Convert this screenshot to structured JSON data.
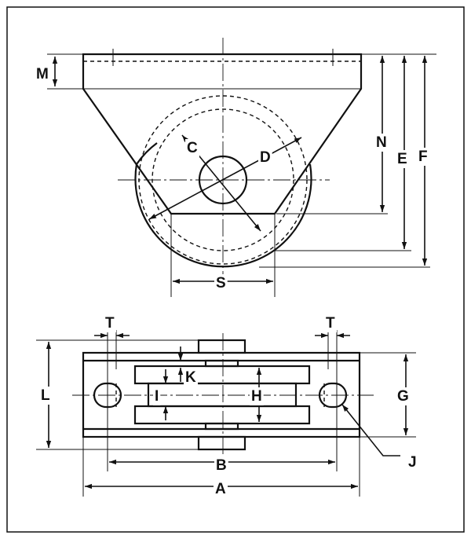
{
  "labels": {
    "M": "M",
    "C": "C",
    "D": "D",
    "N": "N",
    "E": "E",
    "F": "F",
    "S": "S",
    "T_left": "T",
    "T_right": "T",
    "L": "L",
    "K": "K",
    "I": "I",
    "H": "H",
    "G": "G",
    "J": "J",
    "B": "B",
    "A": "A"
  }
}
